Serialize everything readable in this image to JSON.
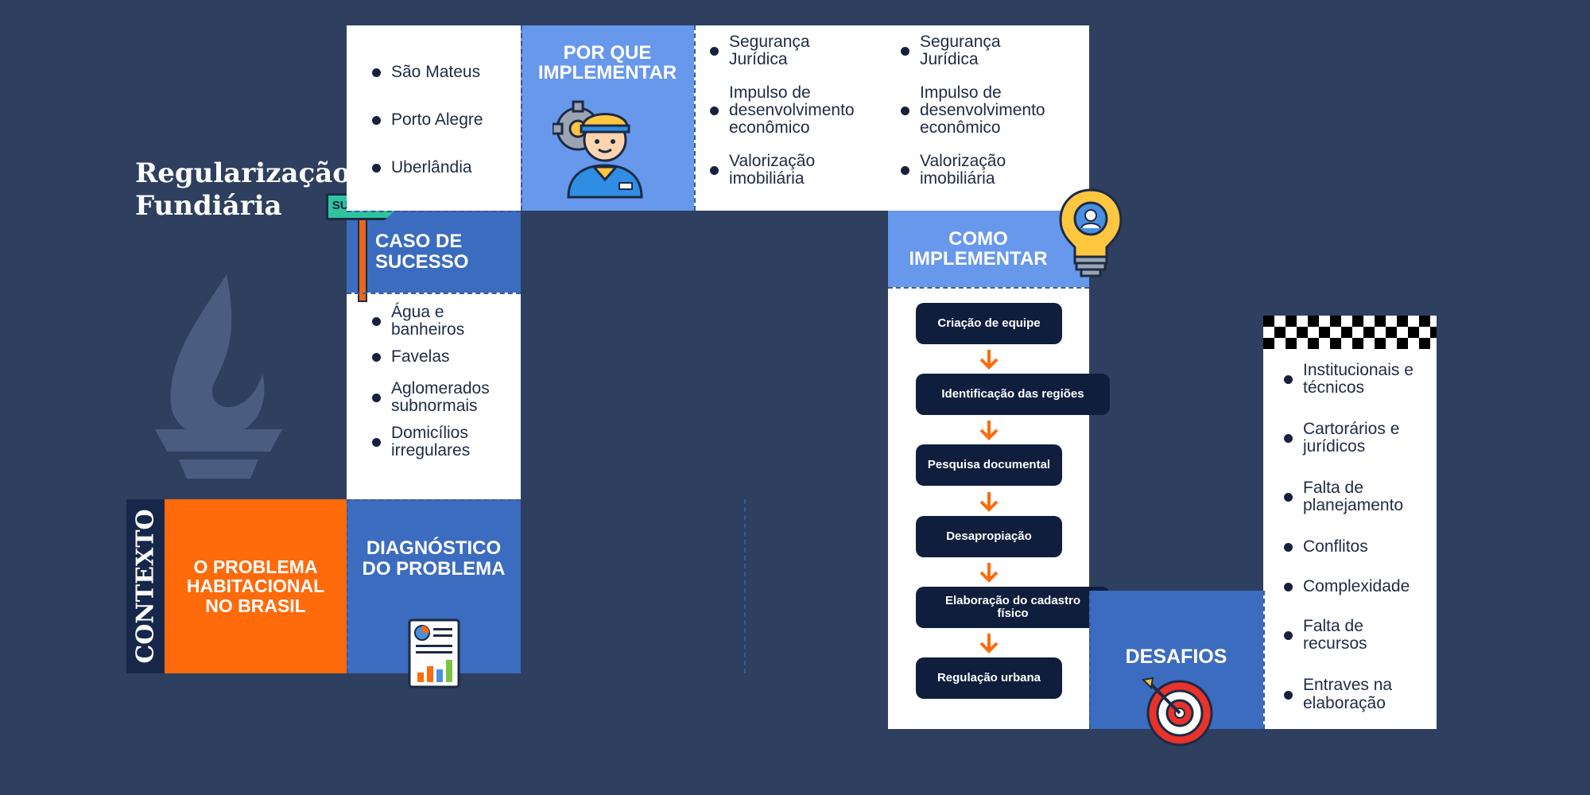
{
  "title": {
    "line1": "Regularização",
    "line2": "Fundiária"
  },
  "contexto": {
    "side_label": "CONTEXTO",
    "problem": "O PROBLEMA HABITACIONAL NO BRASIL"
  },
  "diagnostico": {
    "heading": "DIAGNÓSTICO DO PROBLEMA"
  },
  "diagnostico_items": [
    "Água e banheiros",
    "Favelas",
    "Aglomerados subnormais",
    "Domicílios irregulares"
  ],
  "caso": {
    "heading": "CASO DE SUCESSO",
    "sign": "SUCCESS"
  },
  "caso_items": [
    "São Mateus",
    "Porto Alegre",
    "Uberlândia"
  ],
  "porque": {
    "heading": "POR QUE IMPLEMENTAR"
  },
  "porque_col1": [
    "Segurança Jurídica",
    "Impulso de desenvolvimento econômico",
    "Valorização imobiliária"
  ],
  "porque_col2": [
    "Segurança Jurídica",
    "Impulso de desenvolvimento econômico",
    "Valorização imobiliária"
  ],
  "como": {
    "heading": "COMO IMPLEMENTAR"
  },
  "steps": [
    "Criação de equipe",
    "Identificação das regiões",
    "Pesquisa documental",
    "Desapropiação",
    "Elaboração do cadastro físico",
    "Regulação urbana"
  ],
  "desafios": {
    "heading": "DESAFIOS"
  },
  "desafios_items": [
    "Institucionais e técnicos",
    "Cartorários e jurídicos",
    "Falta de planejamento",
    "Conflitos",
    "Complexidade",
    "Falta de recursos",
    "Entraves na elaboração"
  ],
  "colors": {
    "background": "#2e3f5f",
    "orange": "#ff6a0b",
    "blue": "#3b6cbf",
    "light_blue": "#6898ec",
    "navy": "#17274a",
    "arrow": "#ff6a0b"
  },
  "icons": [
    "torch-icon",
    "success-signpost-icon",
    "report-chart-icon",
    "engineer-gear-icon",
    "lightbulb-gear-icon",
    "target-arrow-icon",
    "checkered-flag-icon"
  ]
}
